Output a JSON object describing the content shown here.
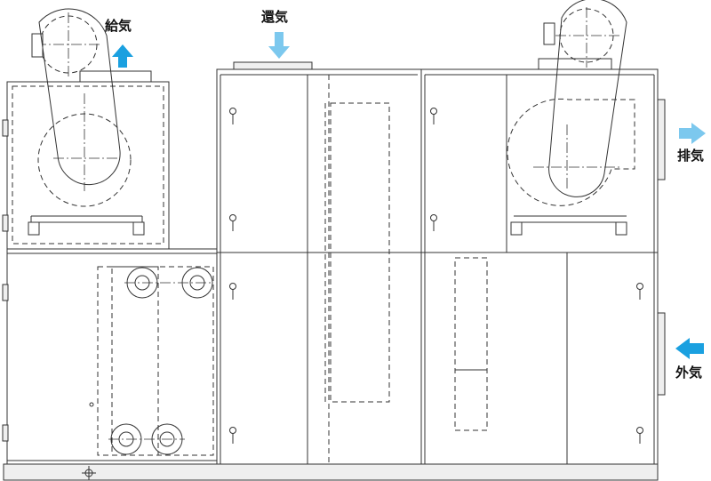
{
  "labels": {
    "supply_air": "給気",
    "return_air": "還気",
    "exhaust_air": "排気",
    "outdoor_air": "外気"
  },
  "colors": {
    "arrow_dark": "#1aa0e0",
    "arrow_light": "#7cc8ee",
    "line": "#333333"
  }
}
